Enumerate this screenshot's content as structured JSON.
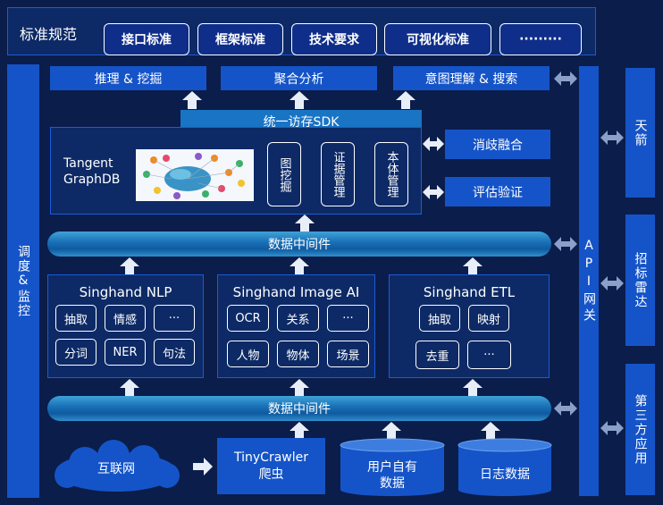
{
  "standards": {
    "title": "标准规范",
    "items": [
      "接口标准",
      "框架标准",
      "技术要求",
      "可视化标准",
      "·········"
    ]
  },
  "left_bar": {
    "label": "调度&监控"
  },
  "top_apps": [
    "推理 & 挖掘",
    "聚合分析",
    "意图理解 & 搜索"
  ],
  "sdk": {
    "label": "统一访存SDK"
  },
  "graphdb": {
    "name_line1": "Tangent",
    "name_line2": "GraphDB",
    "functions": [
      "图挖掘",
      "证据管理",
      "本体管理"
    ]
  },
  "side_functions": [
    "消歧融合",
    "评估验证"
  ],
  "middleware_top": {
    "label": "数据中间件"
  },
  "middleware_bottom": {
    "label": "数据中间件"
  },
  "modules": [
    {
      "title": "Singhand NLP",
      "cells": [
        "抽取",
        "情感",
        "···",
        "分词",
        "NER",
        "句法"
      ]
    },
    {
      "title": "Singhand Image AI",
      "cells": [
        "OCR",
        "关系",
        "···",
        "人物",
        "物体",
        "场景"
      ]
    },
    {
      "title": "Singhand ETL",
      "cells": [
        "抽取",
        "映射",
        "去重",
        "···"
      ]
    }
  ],
  "sources": {
    "internet": "互联网",
    "crawler_line1": "TinyCrawler",
    "crawler_line2": "爬虫",
    "user_data_line1": "用户自有",
    "user_data_line2": "数据",
    "log_data": "日志数据"
  },
  "api_gateway": {
    "label": "API网关"
  },
  "right_systems": [
    "天箭",
    "招标雷达",
    "第三方应用"
  ],
  "colors": {
    "background": "#0b1d4a",
    "bar": "#1554c8",
    "border": "#1d5ad8",
    "pipe": "#2a87c8"
  }
}
